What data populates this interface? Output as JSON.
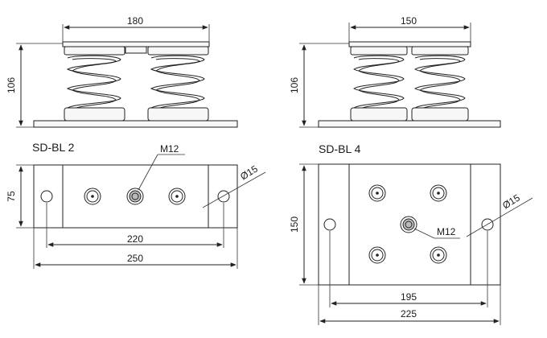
{
  "left": {
    "title": "SD-BL 2",
    "top_width": "180",
    "height": "106",
    "plan_height": "75",
    "hole_spacing": "220",
    "overall_length": "250",
    "thread": "M12",
    "hole_dia": "Ø15"
  },
  "right": {
    "title": "SD-BL 4",
    "top_width": "150",
    "height": "106",
    "plan_height": "150",
    "hole_spacing": "195",
    "overall_length": "225",
    "thread": "M12",
    "hole_dia": "Ø15"
  }
}
